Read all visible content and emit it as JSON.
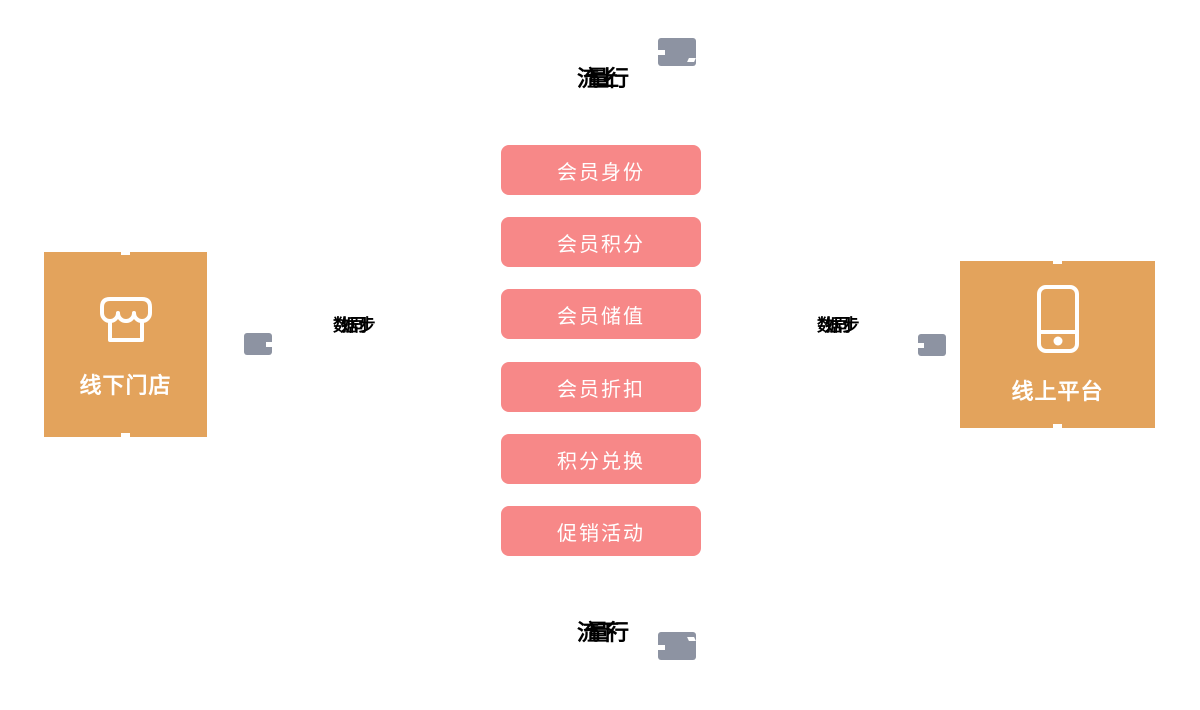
{
  "diagram": {
    "flow_top_label": "流量上行",
    "flow_bottom_label": "流量下行",
    "sync_left_label": "数据同步",
    "sync_right_label": "数据同步",
    "offline_node": {
      "label": "线下门店",
      "icon": "storefront-icon"
    },
    "online_node": {
      "label": "线上平台",
      "icon": "mobile-phone-icon"
    },
    "member_items": [
      "会员身份",
      "会员积分",
      "会员储值",
      "会员折扣",
      "积分兑换",
      "促销活动"
    ],
    "colors": {
      "node_orange": "#E3A35C",
      "pill_pink": "#F78888",
      "icon_gray": "#8D93A2",
      "label_black": "#000000",
      "node_text_white": "#FFFFFF"
    }
  }
}
